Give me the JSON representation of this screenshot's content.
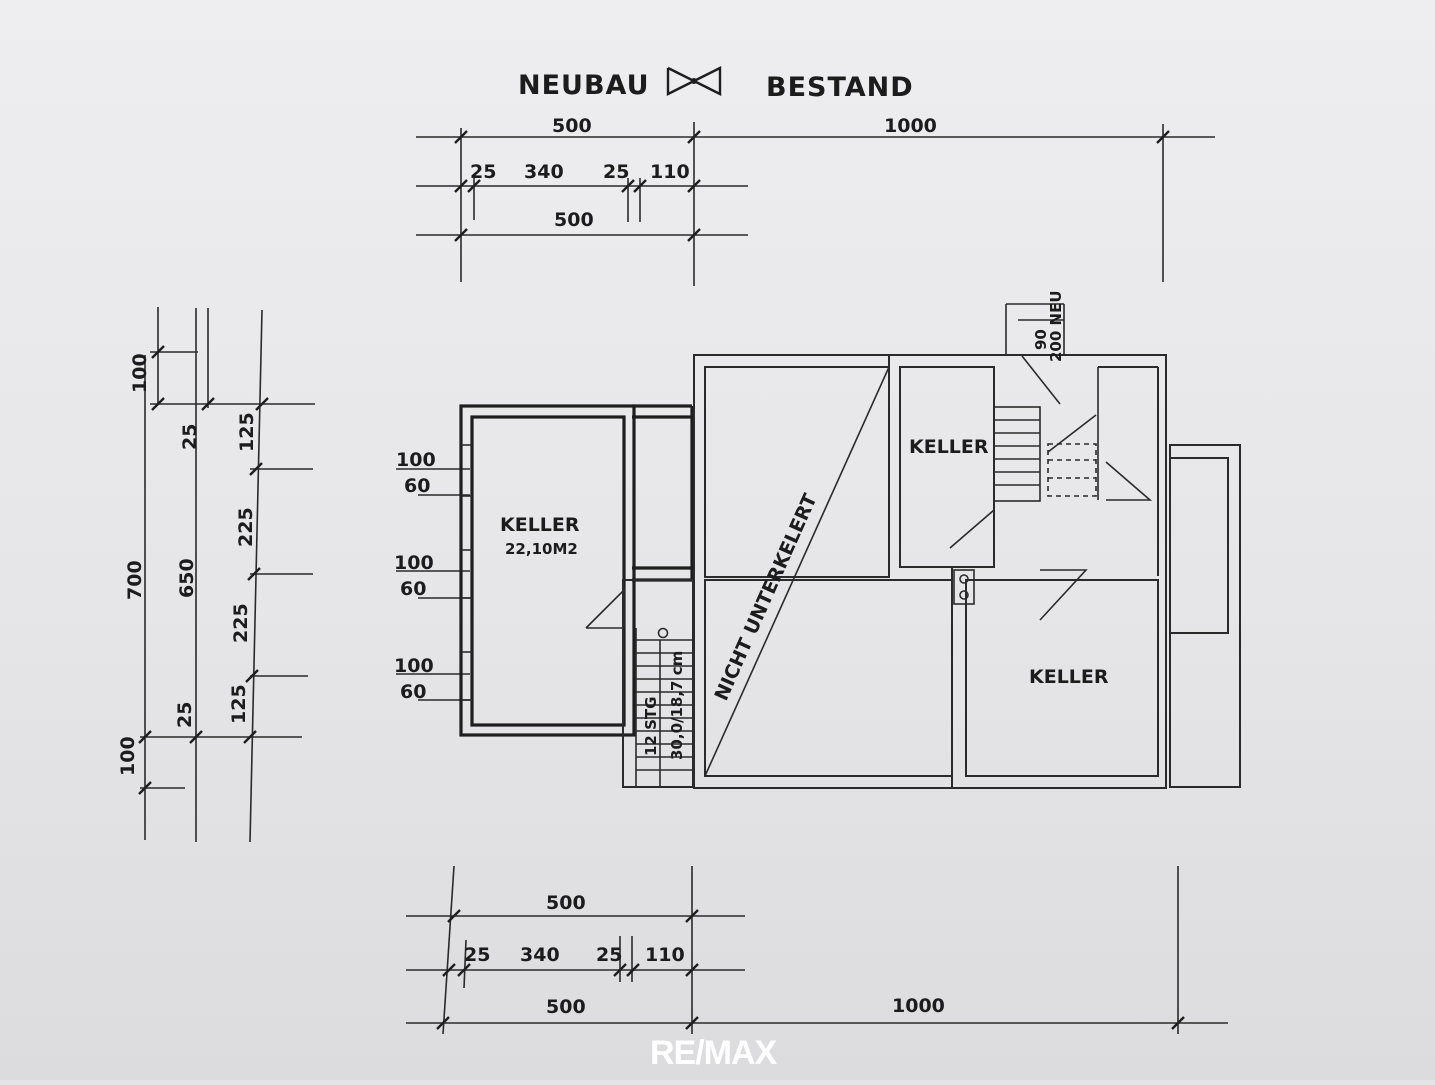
{
  "header": {
    "left_label": "NEUBAU",
    "right_label": "BESTAND",
    "divider_symbol": "bow-tie-symbol"
  },
  "dims_top": {
    "overall_left": "500",
    "overall_right": "1000",
    "wall_a": "25",
    "room": "340",
    "wall_b": "25",
    "annex": "110",
    "total": "500"
  },
  "dims_left": {
    "overall": "700",
    "top_offset": "100",
    "bottom_offset": "100",
    "inner": "650",
    "wall_top": "25",
    "wall_bottom": "25",
    "seg_1": "125",
    "seg_2": "225",
    "seg_3": "225",
    "seg_4": "125"
  },
  "windows": [
    {
      "width": "100",
      "height": "60"
    },
    {
      "width": "100",
      "height": "60"
    },
    {
      "width": "100",
      "height": "60"
    }
  ],
  "rooms": {
    "new_cellar": {
      "name": "KELLER",
      "area": "22,10M2"
    },
    "cellar_north": {
      "name": "KELLER"
    },
    "cellar_south": {
      "name": "KELLER"
    },
    "not_excavated": "NICHT UNTERKELERT"
  },
  "stairs": {
    "steps": "12 STG",
    "rise_run": "30,0/18,7 cm"
  },
  "door": {
    "width": "90",
    "height": "200 NEU"
  },
  "dims_bottom": {
    "overall_left": "500",
    "overall_right": "1000",
    "wall_a": "25",
    "room": "340",
    "wall_b": "25",
    "annex": "110",
    "top_total": "500"
  },
  "watermark": "RE/MAX"
}
